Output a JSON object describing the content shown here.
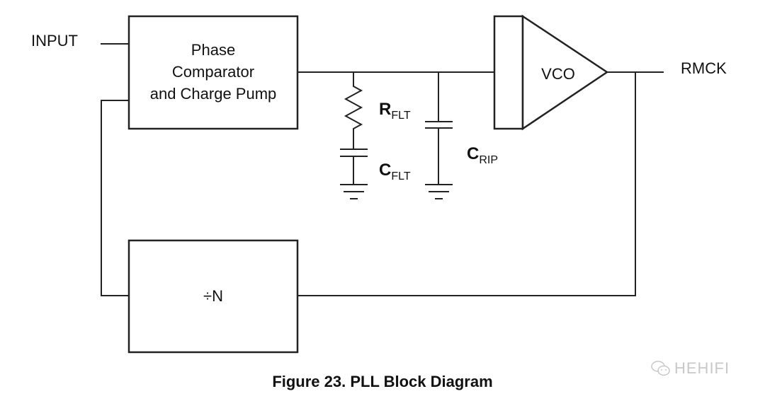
{
  "diagram": {
    "input_label": "INPUT",
    "output_label": "RMCK",
    "phase_block": {
      "line1": "Phase",
      "line2": "Comparator",
      "line3": "and Charge Pump"
    },
    "vco_label": "VCO",
    "divider_label": "÷N",
    "resistor": {
      "main": "R",
      "sub": "FLT"
    },
    "cap_filter": {
      "main": "C",
      "sub": "FLT"
    },
    "cap_ripple": {
      "main": "C",
      "sub": "RIP"
    }
  },
  "caption": "Figure 23.  PLL Block Diagram",
  "watermark": {
    "icon": "chat-bubbles-icon",
    "text": "HEHIFI"
  }
}
